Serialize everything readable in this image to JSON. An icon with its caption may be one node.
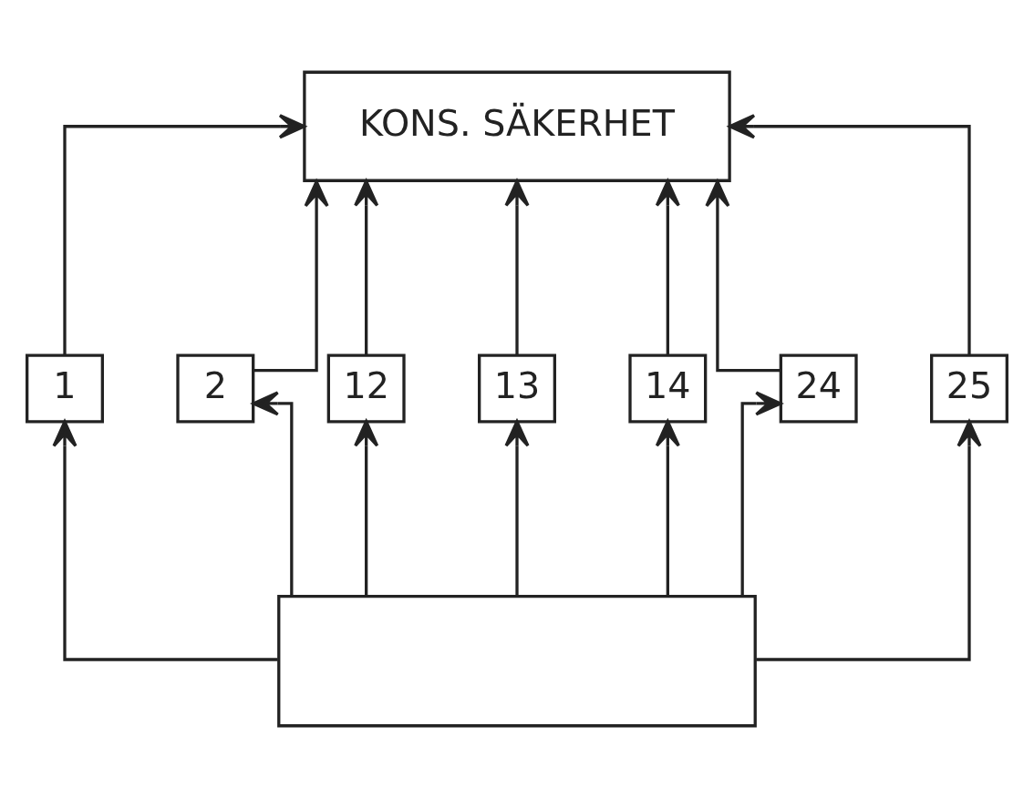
{
  "diagram": {
    "nodes": [
      {
        "text": [
          "KONS. SÄKERHET"
        ]
      },
      {
        "text": [
          "1"
        ]
      },
      {
        "text": [
          "2"
        ]
      },
      {
        "text": [
          "12"
        ]
      },
      {
        "text": [
          "13"
        ]
      },
      {
        "text": [
          "14"
        ]
      },
      {
        "text": [
          "24"
        ]
      },
      {
        "text": [
          "25"
        ]
      },
      {
        "text": [],
        "shape": "box"
      }
    ],
    "edges": [
      {
        "from": 8,
        "to": 1,
        "arrow": "to"
      },
      {
        "from": 8,
        "to": 2,
        "arrow": "to"
      },
      {
        "from": 8,
        "to": 3,
        "arrow": "to"
      },
      {
        "from": 8,
        "to": 4,
        "arrow": "to"
      },
      {
        "from": 8,
        "to": 5,
        "arrow": "to"
      },
      {
        "from": 8,
        "to": 6,
        "arrow": "to"
      },
      {
        "from": 8,
        "to": 7,
        "arrow": "to"
      },
      {
        "from": 1,
        "to": 0,
        "arrow": "to"
      },
      {
        "from": 2,
        "to": 0,
        "arrow": "to"
      },
      {
        "from": 3,
        "to": 0,
        "arrow": "to"
      },
      {
        "from": 4,
        "to": 0,
        "arrow": "to"
      },
      {
        "from": 5,
        "to": 0,
        "arrow": "to"
      },
      {
        "from": 6,
        "to": 0,
        "arrow": "to"
      },
      {
        "from": 7,
        "to": 0,
        "arrow": "to"
      }
    ]
  }
}
